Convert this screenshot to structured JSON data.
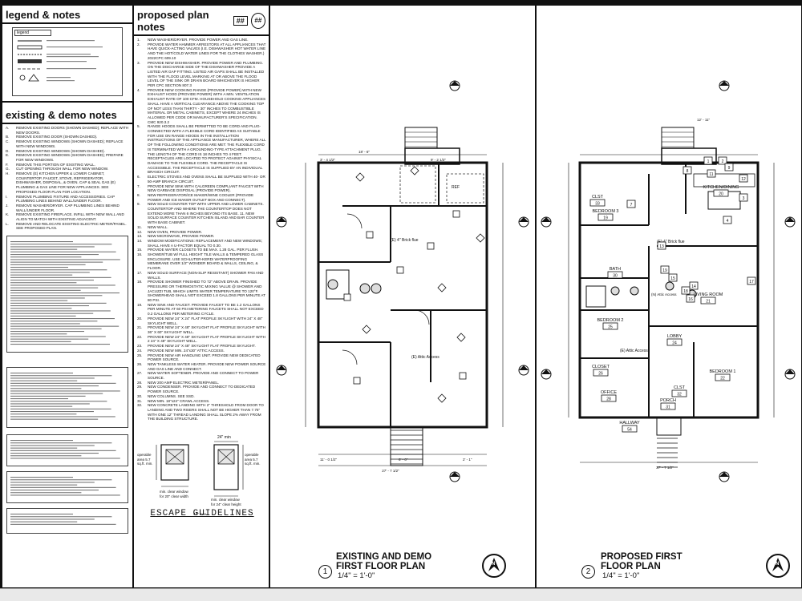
{
  "legend_panel": {
    "title": "legend & notes",
    "legend_box_label": "legend"
  },
  "existing_demo": {
    "title": "existing & demo notes",
    "notes": [
      {
        "n": "A.",
        "text": "REMOVE EXISTING DOORS (SHOWN DASHED); REPLACE WITH NEW DOORS."
      },
      {
        "n": "B.",
        "text": "REMOVE EXISTING DOOR (SHOWN DASHED)."
      },
      {
        "n": "C.",
        "text": "REMOVE EXISTING WINDOWS (SHOWN DASHED); REPLACE WITH NEW WINDOWS."
      },
      {
        "n": "D.",
        "text": "REMOVE EXISTING WINDOWS (SHOWN DASHED)."
      },
      {
        "n": "E.",
        "text": "REMOVE EXISTING WINDOWS (SHOWN DASHED); PREPARE FOR NEW WINDOWS."
      },
      {
        "n": "F.",
        "text": "REMOVE THIS PORTION OF EXISTING WALL."
      },
      {
        "n": "G.",
        "text": "CUT OPENING THROUGH WALL FOR NEW WINDOW."
      },
      {
        "n": "H.",
        "text": "REMOVE (E) KITCHEN UPPER & LOWER CABINET, COUNTERTOP, FAUCET, STOVE, REFRIGERATOR, DISHWASHER, DISPOSAL, & OVEN. CAP & SEAL GAS (E) PLUMBING & GAS LINE FOR NEW APPLIANCES. SEE PROPOSED FLOOR PLAN FOR LOCATION."
      },
      {
        "n": "I.",
        "text": "REMOVE PLUMBING FIXTURE AND ACCESSORIES. CAP PLUMBING LINES BEHIND WALL/UNDER FLOOR."
      },
      {
        "n": "J.",
        "text": "REMOVE WASHER/DRYER. CAP PLUMBING LINES BEHIND WALL/UNDER FLOOR."
      },
      {
        "n": "K.",
        "text": "REMOVE EXISTING FIREPLACE. INFILL WITH NEW WALL AND ALIGN TO MATCH WITH EXISTING ADJACENT."
      },
      {
        "n": "L.",
        "text": "REMOVE AND RELOCATE EXISTING ELECTRIC METER/PANEL. SEE PROPOSED PLAN."
      }
    ]
  },
  "proposed_notes": {
    "title": "proposed plan notes",
    "tag_box": "##",
    "tag_circle": "##",
    "notes": [
      {
        "n": "1.",
        "text": "NEW WASHER/DRYER. PROVIDE POWER AND GAS LINE."
      },
      {
        "n": "2.",
        "text": "PROVIDE WATER HAMMER ARRESTORS AT ALL APPLIANCES THAT HAVE QUICK-ACTING VALVES (I.E. DISHWASHER HOT WATER LINE AND THE HOT/COLD WATER LINES FOR THE CLOTHES WASHER.) 2022CPC 609.10"
      },
      {
        "n": "3.",
        "text": "PROVIDE NEW DISHWASHER. PROVIDE POWER AND PLUMBING. ON THE DISCHARGE SIDE OF THE DISHWASHER PROVIDE A LISTED AIR GAP FITTING. LISTED AIR GAPS SHALL BE INSTALLED WITH THE FLOOD LEVEL MARKING AT OR ABOVE THE FLOOD LEVEL OF THE SINK OR DRAIN BOARD WHICHEVER IS HIGHER PER CPC SECTION 807.3"
      },
      {
        "n": "4.",
        "text": "PROVIDE NEW COOKING RANGE (PROVIDE POWER) WITH NEW EXHAUST HOOD (PROVIDE POWER) WITH A MIN. VENTILATION EXHAUST RATE OF 100 CFM. HOUSEHOLD COOKING APPLIANCES SHALL HAVE A VERTICAL CLEARANCE ABOVE THE COOKING TOP OF NOT LESS THAN THIRTY - 30\" INCHES TO COMBUSTIBLE MATERIAL OR METAL CABINETS, EXCEPT WHERE 24 INCHES IS ALLOWED PER CODE OR MANUFACTURER'S SPECIFICATION. CMC 920.3.2"
      },
      {
        "n": "5.",
        "text": "RANGE HOODS SHALL BE PERMITTED TO BE CORD AND PLUG-CONNECTED WITH A FLEXIBLE CORD IDENTIFIED AS SUITABLE FOR USE ON RANGE HOODS IN THE INSTALLATION INSTRUCTIONS OF THE APPLIANCE MANUFACTURER, WHERE ALL OF THE FOLLOWING CONDITIONS ARE MET: THE FLEXIBLE CORD IS TERMINATED WITH A GROUNDING-TYPE ATTACHMENT PLUG. THE LENGTH OF THE CORD IS 18 INCHES TO 4 FEET. RECEPTACLES ARE LOCATED TO PROTECT AGAINST PHYSICAL DAMAGE TO THE FLEXIBLE CORD. THE RECEPTACLE IS ACCESSIBLE. THE RECEPTACLE IS SUPPLIED BY AN INDIVIDUAL BRANCH CIRCUIT."
      },
      {
        "n": "6.",
        "text": "ELECTRIC STOVES AND OVENS SHALL BE SUPPLIED WITH 40- OR 50-AMP BRANCH CIRCUIT."
      },
      {
        "n": "7.",
        "text": "PROVIDE NEW SINK WITH CALGREEN COMPLIANT FAUCET WITH NEW GARBAGE DISPOSAL (PROVIDE POWER)."
      },
      {
        "n": "8.",
        "text": "NEW REFRIGERATOR/ICE MAKER/WINE COOLER (PROVIDE POWER AND ICE MAKER OUTLET BOX AND CONNECT)."
      },
      {
        "n": "9.",
        "text": "NEW SOLID COUNTER TOP WITH UPPER AND LOWER CABINETS. COUNTERTOP AND WHERE THE COUNTERTOP DOES NOT EXTEND MORE THAN 6 INCHES BEYOND ITS BASE. 11. NEW SOLID SURFACE COUNTER KITCHEN ISLAND AND BAR COUNTER WITH BASE CABINET."
      },
      {
        "n": "11.",
        "text": "NEW WALL."
      },
      {
        "n": "12.",
        "text": "NEW OVEN, PROVIDE POWER."
      },
      {
        "n": "13.",
        "text": "NEW MICROWAVE, PROVIDE POWER."
      },
      {
        "n": "14.",
        "text": "WINDOW MODIFICATIONS: REPLACEMENT AND NEW WINDOWS; SHALL HAVE A U-FACTOR EQUAL TO 0.30."
      },
      {
        "n": "15.",
        "text": "PROVIDE WATER CLOSETS TO BE MAX. 1.28 GAL. PER FLUSH."
      },
      {
        "n": "16.",
        "text": "SHOWER/TUB W/ FULL HEIGHT TILE WALLS & TEMPERED GLASS ENCLOSURE. USE SCHLUTER-KERDI WATERPROOFING MEMBRANE OVER 1/2\" WONDER BOARD & WALLS, CEILING, & FLOOR."
      },
      {
        "n": "17.",
        "text": "NEW SOLID SURFACE (NON-SLIP RESISTANT) SHOWER PAN AND WALLS."
      },
      {
        "n": "18.",
        "text": "PROVIDE SHOWER FINISHED TO 72\" ABOVE DRAIN. PROVIDE PRESSURE OR THERMOSTATIC MIXING VALUE @ SHOWER AND JACUZZI TUB, WHICH LIMITS WATER TEMPERATURE TO 120°F. SHOWERHEAD SHALL NOT EXCEED 1.8 GALLONS PER MINUTE AT 80 PSI."
      },
      {
        "n": "19.",
        "text": "NEW SINK AND FAUCET. PROVIDE FAUCET TO BE 1.2 GALLONS PER MINUTE AT 60 PSI METERING FAUCETS SHALL NOT EXCEED 0.2 GALLONS PER METERING CYCLE."
      },
      {
        "n": "20.",
        "text": "PROVIDE NEW 24\" X 24\" FLAT PROFILE SKYLIGHT WITH 24\" X 48\" SKYLIGHT WELL."
      },
      {
        "n": "21.",
        "text": "PROVIDE NEW 24\" X 48\" SKYLIGHT FLAT PROFILE SKYLIGHT WITH 36\" X 60\" SKYLIGHT WELL."
      },
      {
        "n": "22.",
        "text": "PROVIDE NEW 24\" X 48\" SKYLIGHT FLAT PROFILE SKYLIGHT WITH 2 24\" X 48\" SKYLIGHT WELL."
      },
      {
        "n": "23.",
        "text": "PROVIDE NEW 24\" X 48\" SKYLIGHT FLAT PROFILE SKYLIGHT."
      },
      {
        "n": "24.",
        "text": "PROVIDE NEW MIN. 24\"x30\" ATTIC ACCESS."
      },
      {
        "n": "25.",
        "text": "PROVIDE NEW AIR HANDLING UNIT. PROVIDE NEW DEDICATED POWER SOURCE."
      },
      {
        "n": "26.",
        "text": "NEW TANKLESS WATER HEATER. PROVIDE NEW POWER SOURCE AND GAS LINE AND CONNECT."
      },
      {
        "n": "27.",
        "text": "NEW WATER SOFTENER. PROVIDE AND CONNECT TO POWER SOURCE."
      },
      {
        "n": "28.",
        "text": "NEW 200 AMP ELECTRIC METER/PANEL."
      },
      {
        "n": "29.",
        "text": "NEW CONDENSER. PROVIDE AND CONNECT TO DEDICATED POWER SOURCE."
      },
      {
        "n": "30.",
        "text": "NEW COLUMNS. SEE SSD."
      },
      {
        "n": "31.",
        "text": "NEW MIN. 18\"x24\" CRAWL ACCESS."
      },
      {
        "n": "32.",
        "text": "NEW CONCRETE LANDING WITH 2\" THRESHOLD FROM DOOR TO LANDING AND TWO RISERS SHALL NOT BE HIGHER THAN 7.75\" WITH ONE 12\" THREAD LANDING SHALL SLOPE 2% AWAY FROM THE BUILDING STRUCTURE."
      }
    ],
    "escape": {
      "title": "ESCAPE GUIDELINES",
      "left_note": "operable area 5.7 sq.ft. min.",
      "right_note": "operable area 5.7 sq.ft. min.",
      "dim_top": "24\" min",
      "sill_left": "min. clear window for 20\" clear width",
      "sill_right": "min. clear window for 24\" clear height",
      "sill_bottom": "44\" max"
    }
  },
  "existing_plan": {
    "number": "1",
    "title_line1": "EXISTING AND DEMO",
    "title_line2": "FIRST FLOOR PLAN",
    "scale": "1/4\" = 1'-0\"",
    "labels": {
      "brick_flue": "(E) 4\" Brick flue",
      "attic_access": "(E) Attic Access",
      "refr": "REF",
      "dims_top": [
        "18' - 6\"",
        "3' - 4 1/2\"",
        "9' - 2 1/2\""
      ],
      "dims_bottom": [
        "11' - 0 1/2\"",
        "6' - 0\"",
        "2' - 1\""
      ],
      "dim_total": "27' - 7 1/2\""
    }
  },
  "proposed_plan": {
    "number": "2",
    "title_line1": "PROPOSED FIRST",
    "title_line2": "FLOOR PLAN",
    "scale": "1/4\" = 1'-0\"",
    "rooms": [
      {
        "name": "BEDROOM 3",
        "num": "19"
      },
      {
        "name": "KITCHEN/DINING",
        "num": "20"
      },
      {
        "name": "LIVING ROOM",
        "num": "21"
      },
      {
        "name": "BATH",
        "num": "30"
      },
      {
        "name": "BEDROOM 2",
        "num": "25"
      },
      {
        "name": "LOBBY",
        "num": "24"
      },
      {
        "name": "BEDROOM 1",
        "num": "22"
      },
      {
        "name": "CLOSET",
        "num": "26"
      },
      {
        "name": "OFFICE",
        "num": "28"
      },
      {
        "name": "PORCH",
        "num": "31"
      },
      {
        "name": "HALLWAY",
        "num": "54"
      },
      {
        "name": "CLST",
        "num": "33"
      },
      {
        "name": "CLST",
        "num": "32"
      }
    ],
    "labels": {
      "brick_flue": "(E) 4\" Brick flue",
      "attic_access_e": "(E) Attic Access",
      "attic_access_n": "(N) Attic Access",
      "dim_top": "12' - 11\"",
      "dim_total": "27' - 7 1/2\""
    },
    "tags": [
      "1",
      "2",
      "3",
      "4",
      "7",
      "8",
      "9",
      "11",
      "12",
      "13",
      "14",
      "15",
      "16",
      "17",
      "18",
      "19"
    ]
  }
}
